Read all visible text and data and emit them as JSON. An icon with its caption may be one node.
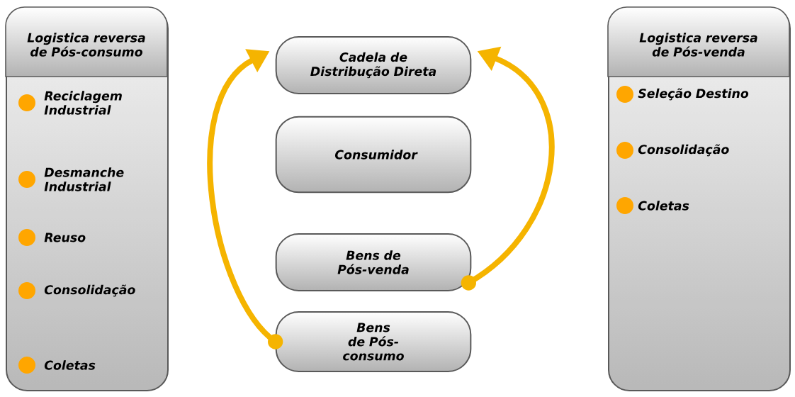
{
  "diagram": {
    "nodes": [
      {
        "text": [
          "Logistica reversa de Pós-consumo",
          "Reciclagem Industrial",
          "Desmanche Industrial",
          "Reuso",
          "Consolidação",
          "Coletas"
        ]
      },
      {
        "text": [
          "Cadela de Distribução Direta"
        ]
      },
      {
        "text": [
          "Consumidor"
        ]
      },
      {
        "text": [
          "Bens de Pós-venda"
        ]
      },
      {
        "text": [
          "Bens de Pós-consumo"
        ]
      },
      {
        "text": [
          "Logistica reversa de Pós-venda",
          "Seleção Destino",
          "Consolidação",
          "Coletas"
        ]
      }
    ],
    "edges": [
      {
        "from": 4,
        "to": 1,
        "arrow": "to"
      },
      {
        "from": 3,
        "to": 1,
        "arrow": "to"
      }
    ]
  }
}
